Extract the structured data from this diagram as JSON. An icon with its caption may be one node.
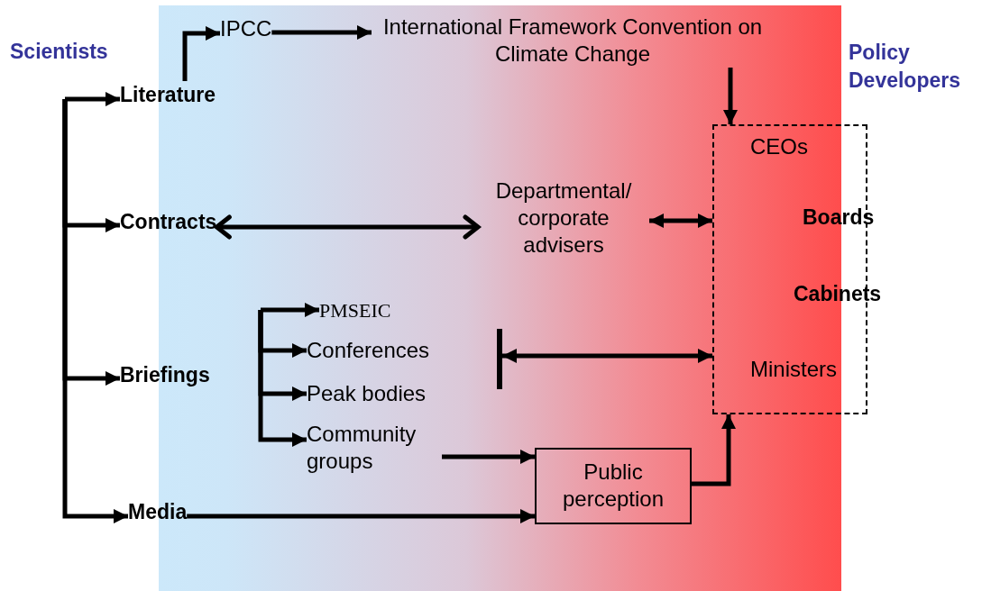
{
  "diagram": {
    "nodes": [
      {
        "text": [
          "IPCC"
        ]
      },
      {
        "text": [
          "International Framework Convention on Climate Change"
        ]
      },
      {
        "text": [
          "Literature"
        ]
      },
      {
        "text": [
          "Contracts"
        ]
      },
      {
        "text": [
          "Departmental/ corporate advisers"
        ]
      },
      {
        "text": [
          "CEOs",
          "Boards",
          "Cabinets",
          "Ministers"
        ]
      },
      {
        "text": [
          "Briefings"
        ]
      },
      {
        "text": [
          "PMSEIC"
        ]
      },
      {
        "text": [
          "Conferences"
        ]
      },
      {
        "text": [
          "Peak bodies"
        ]
      },
      {
        "text": [
          "Community groups"
        ]
      },
      {
        "text": [
          "Media"
        ]
      },
      {
        "text": [
          "Public perception"
        ]
      },
      {
        "text": [],
        "shape": "bar"
      }
    ],
    "edges": [
      {
        "from": 2,
        "to": 0,
        "arrow": "to"
      },
      {
        "from": 0,
        "to": 1,
        "arrow": "to"
      },
      {
        "from": 1,
        "to": 5,
        "arrow": "to"
      },
      {
        "from": null,
        "to": 2,
        "arrow": "to"
      },
      {
        "from": null,
        "to": 3,
        "arrow": "to"
      },
      {
        "from": null,
        "to": 6,
        "arrow": "to"
      },
      {
        "from": null,
        "to": 11,
        "arrow": "to"
      },
      {
        "from": 3,
        "to": 4,
        "arrow": "both"
      },
      {
        "from": 4,
        "to": 5,
        "arrow": "both"
      },
      {
        "from": null,
        "to": 7,
        "arrow": "to"
      },
      {
        "from": null,
        "to": 8,
        "arrow": "to"
      },
      {
        "from": null,
        "to": 9,
        "arrow": "to"
      },
      {
        "from": null,
        "to": 10,
        "arrow": "to"
      },
      {
        "from": 13,
        "to": 5,
        "arrow": "both"
      },
      {
        "from": 10,
        "to": 12,
        "arrow": "to"
      },
      {
        "from": 11,
        "to": 12,
        "arrow": "to"
      },
      {
        "from": 12,
        "to": 5,
        "arrow": "to"
      }
    ],
    "labels": [
      "Scientists",
      "Policy Developers"
    ]
  }
}
